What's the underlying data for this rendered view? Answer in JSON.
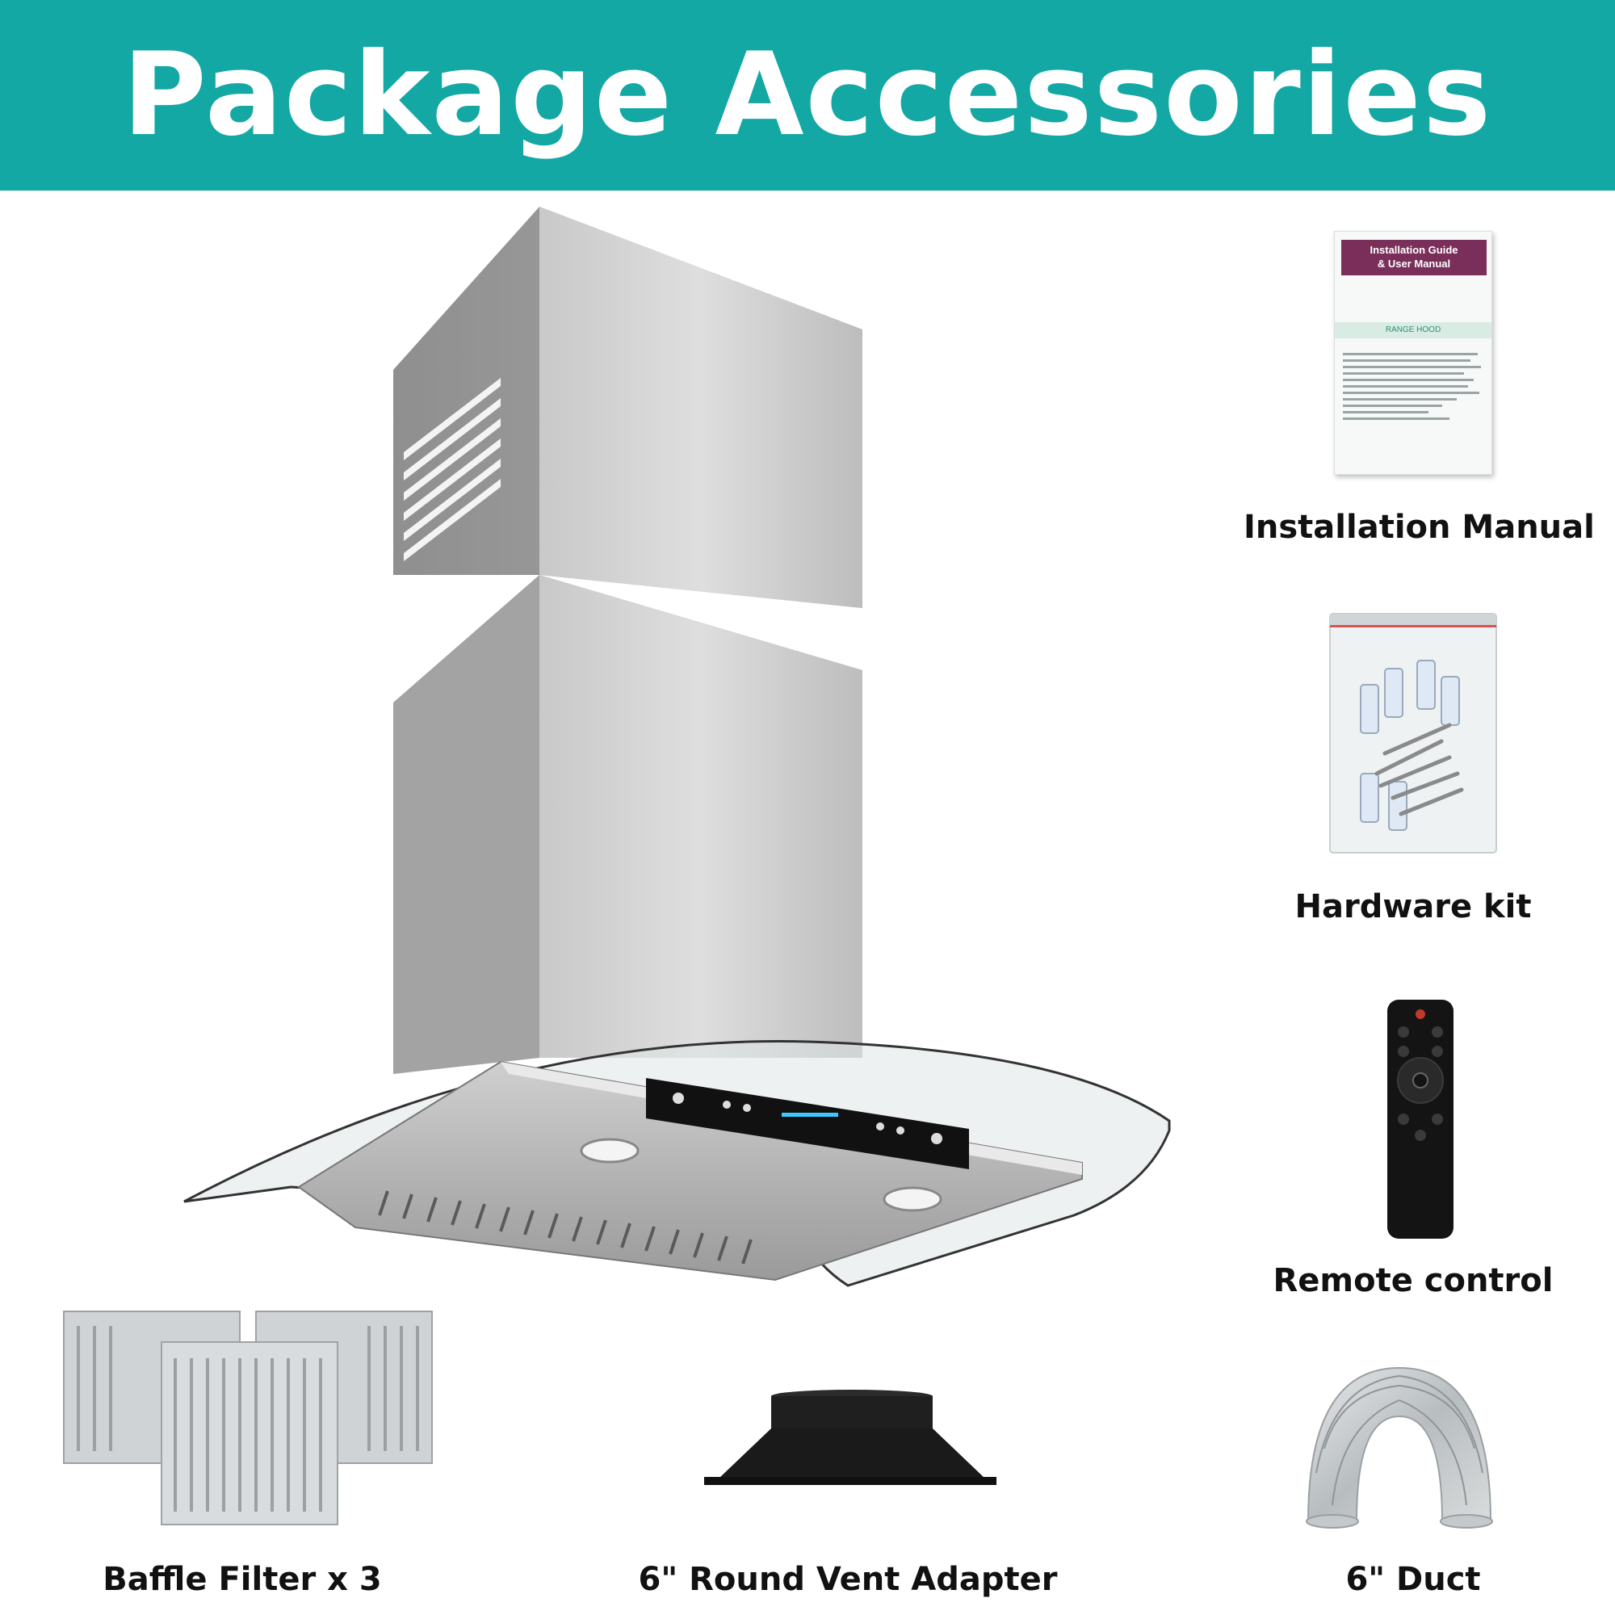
{
  "header": {
    "title": "Package Accessories",
    "background": "#14a8a5"
  },
  "items": [
    {
      "id": "installation-manual",
      "label": "Installation Manual"
    },
    {
      "id": "hardware-kit",
      "label": "Hardware kit"
    },
    {
      "id": "remote-control",
      "label": "Remote control"
    },
    {
      "id": "baffle-filter",
      "label": "Baffle Filter x 3"
    },
    {
      "id": "vent-adapter",
      "label": "6\" Round Vent Adapter"
    },
    {
      "id": "duct",
      "label": "6\" Duct"
    }
  ],
  "manual": {
    "title_line1": "Installation Guide",
    "title_line2": "& User Manual",
    "band": "RANGE HOOD"
  },
  "icons": [
    "range-hood",
    "manual-book",
    "hardware-bag",
    "remote",
    "baffle-filters",
    "vent-adapter",
    "flex-duct"
  ]
}
